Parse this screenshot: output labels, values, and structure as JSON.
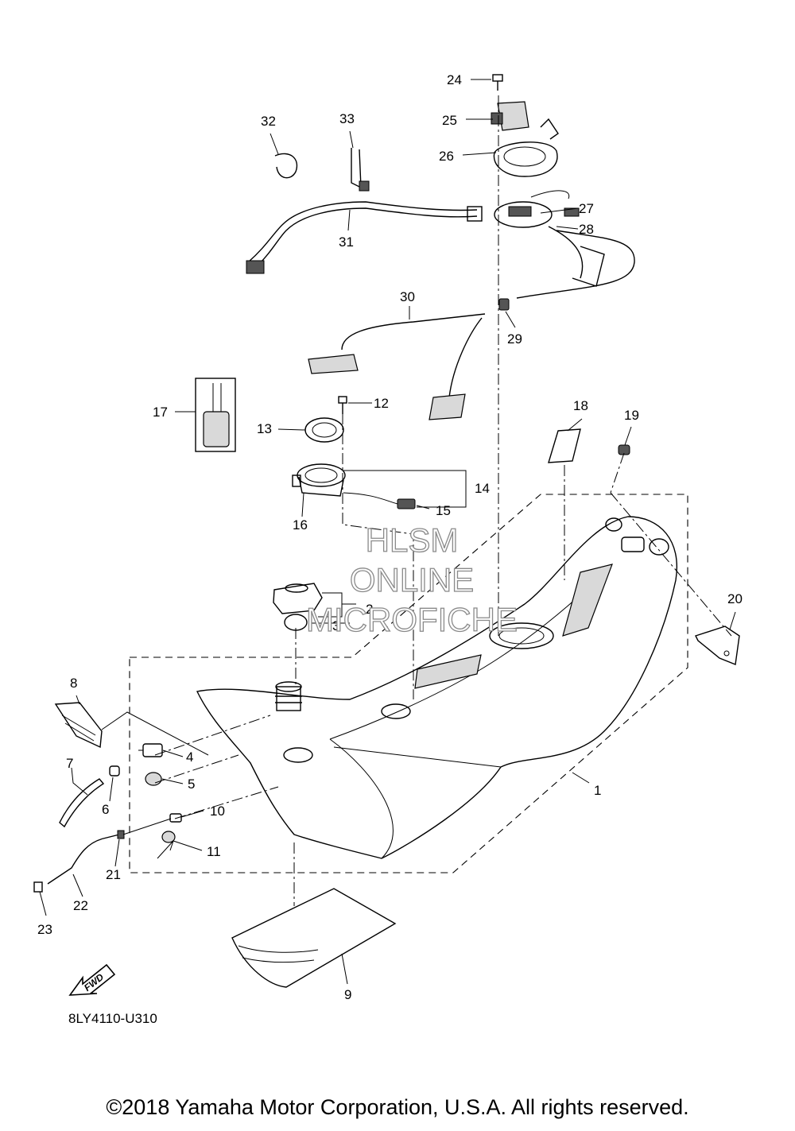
{
  "diagram": {
    "code": "8LY4110-U310",
    "direction_label": "FWD",
    "watermark": [
      "HLSM",
      "ONLINE",
      "MICROFICHE"
    ],
    "callouts": [
      "1",
      "2",
      "3",
      "4",
      "5",
      "6",
      "7",
      "8",
      "9",
      "10",
      "11",
      "12",
      "13",
      "14",
      "15",
      "16",
      "17",
      "18",
      "19",
      "20",
      "21",
      "22",
      "23",
      "24",
      "25",
      "26",
      "27",
      "28",
      "29",
      "30",
      "31",
      "32",
      "33"
    ]
  },
  "footer": {
    "copyright": "©2018 Yamaha Motor Corporation, U.S.A. All rights reserved."
  }
}
